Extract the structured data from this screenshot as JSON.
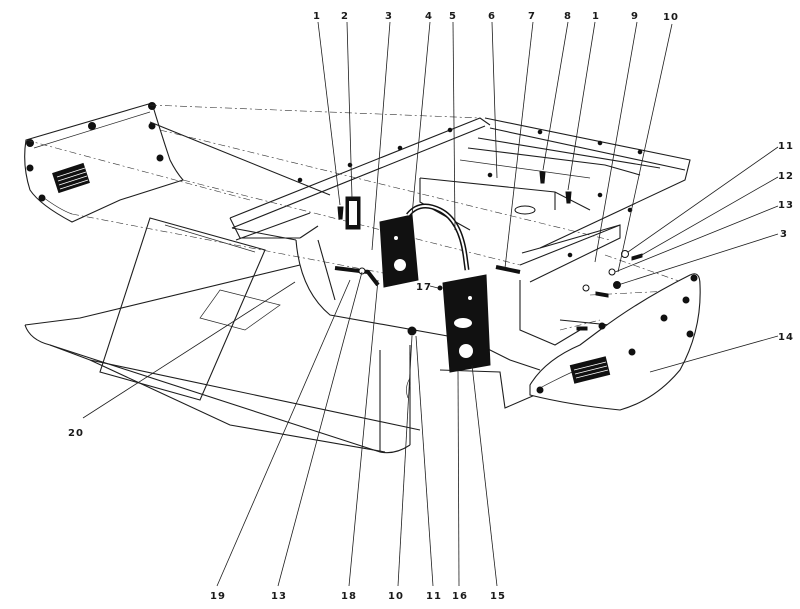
{
  "callouts": {
    "c1a": "1",
    "c2": "2",
    "c3a": "3",
    "c4": "4",
    "c5": "5",
    "c6": "6",
    "c7": "7",
    "c8": "8",
    "c1b": "1",
    "c9": "9",
    "c10a": "10",
    "c11a": "11",
    "c12": "12",
    "c13a": "13",
    "c3b": "3",
    "c14": "14",
    "c17": "17",
    "c20": "20",
    "c19": "19",
    "c13b": "13",
    "c18": "18",
    "c10b": "10",
    "c11b": "11",
    "c16": "16",
    "c15": "15"
  }
}
